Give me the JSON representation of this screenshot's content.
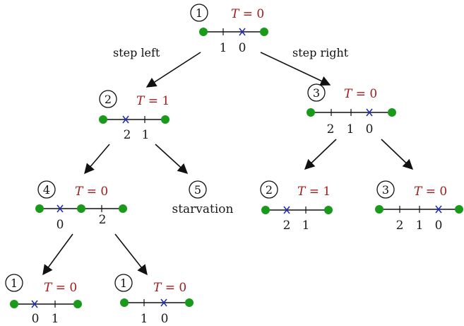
{
  "colors": {
    "endpoint": "#1a9a1a",
    "cross": "#1f2fb0",
    "line": "#111111",
    "t_label": "#a01c1c"
  },
  "nodes": [
    {
      "id": "n1",
      "number": "1",
      "t": "0",
      "ticks": [
        "1",
        "0"
      ]
    },
    {
      "id": "n2",
      "number": "2",
      "t": "1",
      "ticks": [
        "2",
        "1"
      ]
    },
    {
      "id": "n3",
      "number": "3",
      "t": "0",
      "ticks": [
        "2",
        "1",
        "0"
      ]
    },
    {
      "id": "n4",
      "number": "4",
      "t": "0",
      "ticks": [
        "0",
        "2"
      ]
    },
    {
      "id": "n5",
      "number": "5",
      "caption": "starvation"
    },
    {
      "id": "n6",
      "number": "2",
      "t": "1",
      "ticks": [
        "2",
        "1"
      ]
    },
    {
      "id": "n7",
      "number": "3",
      "t": "0",
      "ticks": [
        "2",
        "1",
        "0"
      ]
    },
    {
      "id": "n8",
      "number": "1",
      "t": "0",
      "ticks": [
        "0",
        "1"
      ]
    },
    {
      "id": "n9",
      "number": "1",
      "t": "0",
      "ticks": [
        "1",
        "0"
      ]
    }
  ],
  "edges": {
    "step_left": "step left",
    "step_right": "step right"
  }
}
